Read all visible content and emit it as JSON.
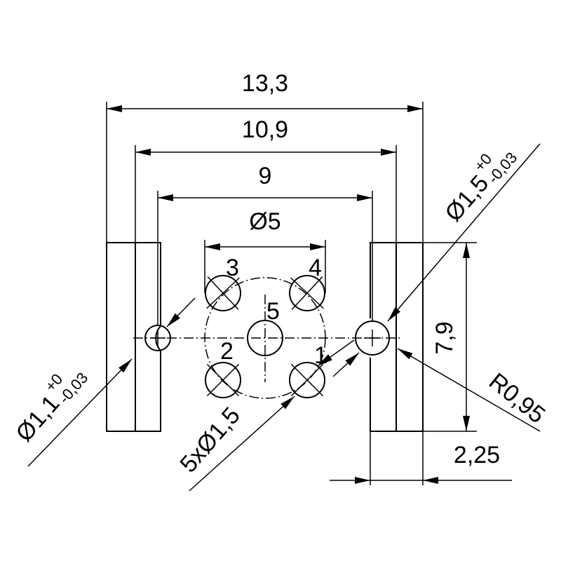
{
  "dimensions": {
    "overall_width": "13,3",
    "inner_width": "10,9",
    "hole_spacing": "9",
    "pitch_diameter": "Ø5",
    "height": "7,9",
    "radius": "R0,95",
    "slot_width": "2,25",
    "right_hole": {
      "value": "Ø1,5",
      "upper_tol": "+0",
      "lower_tol": "-0,03"
    },
    "left_hole": {
      "value": "Ø1,1",
      "upper_tol": "+0",
      "lower_tol": "-0,03"
    },
    "pins": "5xØ1,5"
  },
  "pin_labels": [
    "1",
    "2",
    "3",
    "4",
    "5"
  ],
  "colors": {
    "line": "#000000",
    "background": "#ffffff"
  }
}
